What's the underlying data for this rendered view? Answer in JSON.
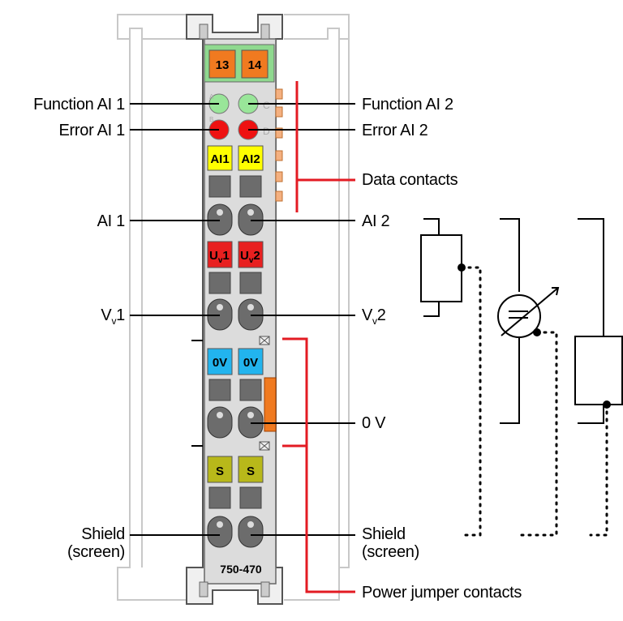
{
  "module": {
    "part_number": "750-470",
    "led_header": [
      "13",
      "14"
    ],
    "led_letters": [
      "A",
      "C",
      "B",
      "D"
    ],
    "channel_tags": {
      "ai": [
        "AI1",
        "AI2"
      ],
      "uv": [
        "Uv1",
        "Uv2"
      ],
      "zero": [
        "0V",
        "0V"
      ],
      "shield": [
        "S",
        "S"
      ]
    }
  },
  "labels": {
    "function_ai1": "Function AI 1",
    "function_ai2": "Function AI 2",
    "error_ai1": "Error AI 1",
    "error_ai2": "Error AI 2",
    "data_contacts": "Data contacts",
    "ai1": "AI 1",
    "ai2": "AI 2",
    "vv1_main": "V",
    "vv1_sub": "v",
    "vv1_num": "1",
    "vv2_main": "V",
    "vv2_sub": "v",
    "vv2_num": "2",
    "zero_v": "0 V",
    "shield_left_1": "Shield",
    "shield_left_2": "(screen)",
    "shield_right_1": "Shield",
    "shield_right_2": "(screen)",
    "power_jumper_contacts": "Power jumper contacts"
  },
  "colors": {
    "header_green": "#8fd98f",
    "header_orange": "#f07a20",
    "function_led": "#99e699",
    "error_led": "#ee1111",
    "ai_yellow": "#ffff00",
    "uv_red": "#e82020",
    "zero_blue": "#22b4ee",
    "shield_olive": "#b8b81a",
    "contact_orange": "#f4b080",
    "red_line": "#e31b23",
    "body_grey": "#dcdcdc",
    "terminal_grey": "#6c6c6c"
  }
}
